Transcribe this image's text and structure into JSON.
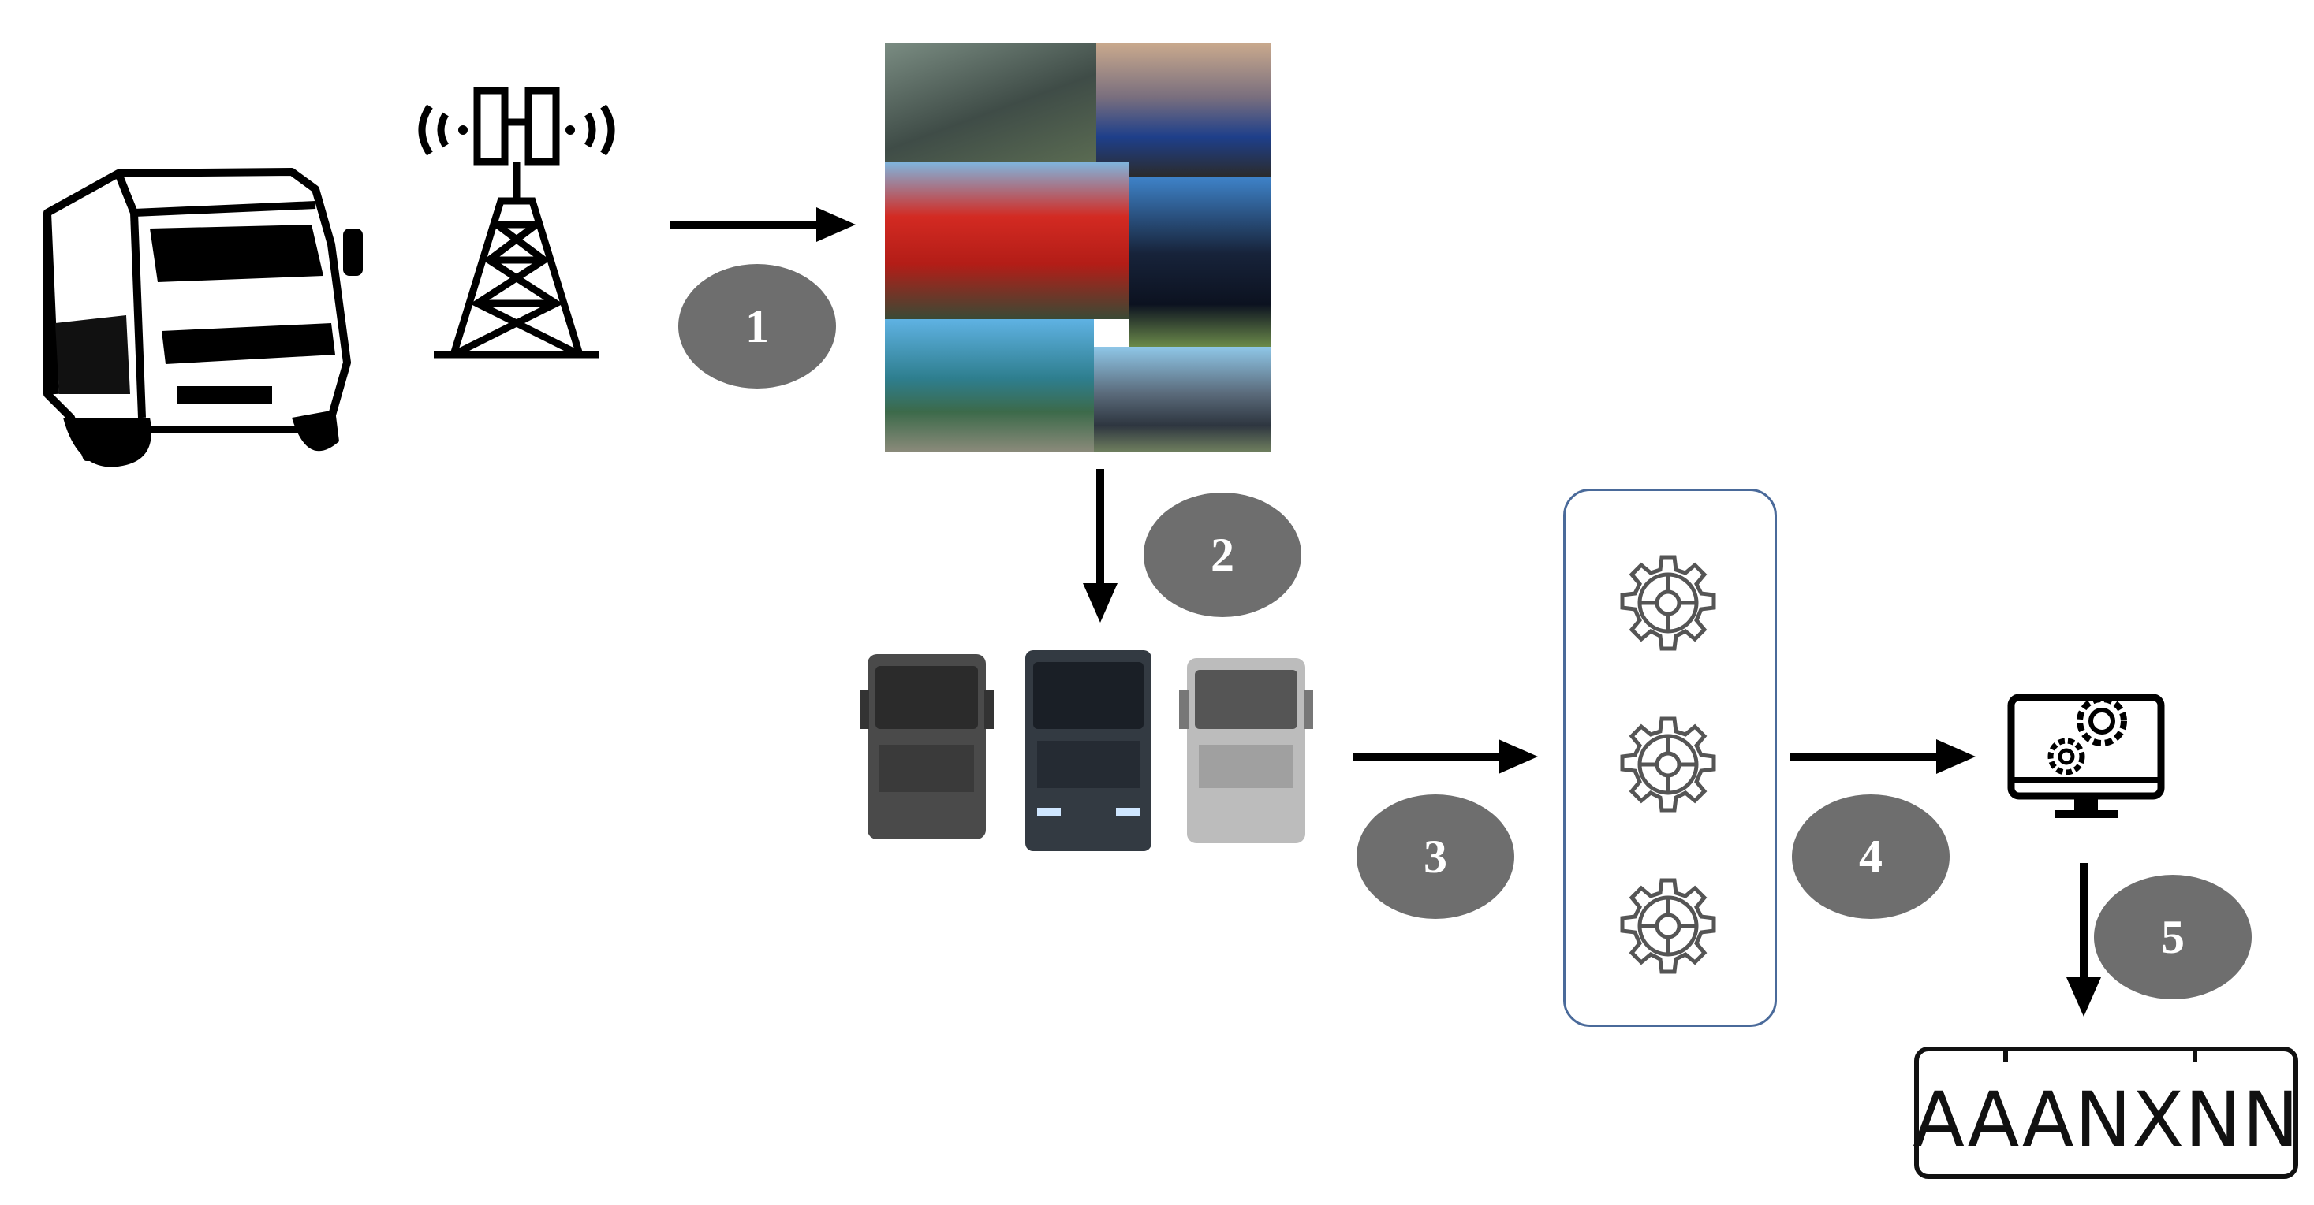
{
  "diagram": {
    "steps": [
      {
        "label": "1"
      },
      {
        "label": "2"
      },
      {
        "label": "3"
      },
      {
        "label": "4"
      },
      {
        "label": "5"
      }
    ],
    "license_plate": {
      "text": "AAANXNN"
    },
    "icons": {
      "truck": "truck-outline-icon",
      "tower": "cell-tower-icon",
      "gear": "gear-icon",
      "monitor": "monitor-gears-icon"
    },
    "colors": {
      "badge": "#6e6e6e",
      "panel_border": "#4a6a9a",
      "arrow": "#000000"
    }
  }
}
